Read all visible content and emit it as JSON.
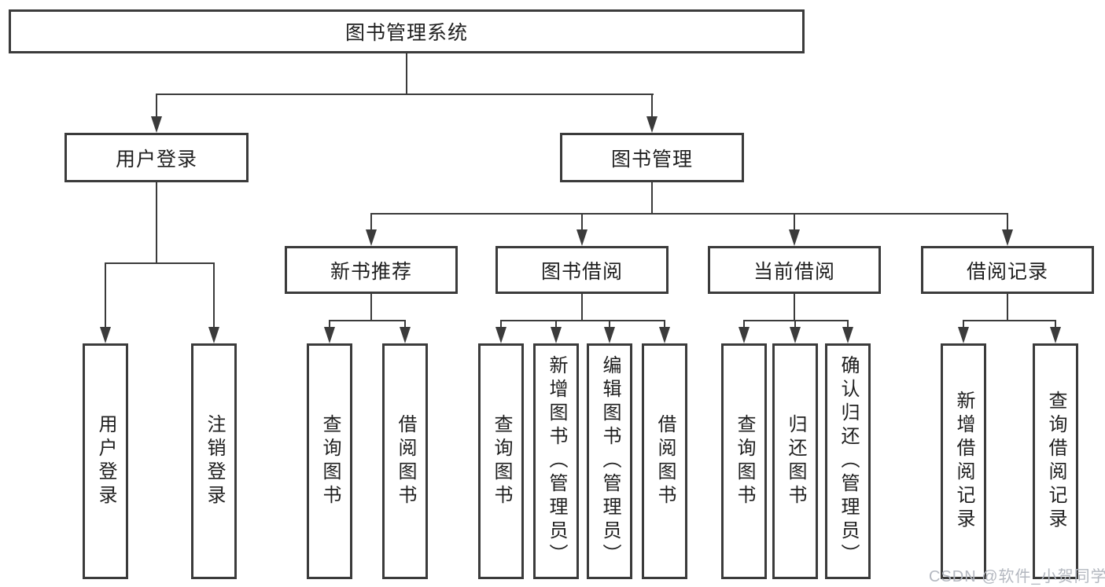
{
  "tree": {
    "root": {
      "label": "图书管理系统"
    },
    "level2": {
      "user_login": {
        "label": "用户登录"
      },
      "book_management": {
        "label": "图书管理"
      }
    },
    "level3": {
      "new_book_recommendation": {
        "label": "新书推荐"
      },
      "book_borrowing": {
        "label": "图书借阅"
      },
      "current_borrowing": {
        "label": "当前借阅"
      },
      "borrowing_records": {
        "label": "借阅记录"
      }
    },
    "leaves": {
      "user_login": [
        "用户登录",
        "注销登录"
      ],
      "new_book_recommendation": [
        "查询图书",
        "借阅图书"
      ],
      "book_borrowing": [
        "查询图书",
        "新增图书（管理员）",
        "编辑图书（管理员）",
        "借阅图书"
      ],
      "current_borrowing": [
        "查询图书",
        "归还图书",
        "确认归还（管理员）"
      ],
      "borrowing_records": [
        "新增借阅记录",
        "查询借阅记录"
      ]
    }
  },
  "watermark": {
    "text": "CSDN @软件_小贺同学"
  },
  "colors": {
    "line": "#3b3b3b",
    "box_border": "#3b3b3b",
    "text": "#1f1f1f",
    "watermark": "#b4b8c0",
    "background": "#ffffff"
  }
}
